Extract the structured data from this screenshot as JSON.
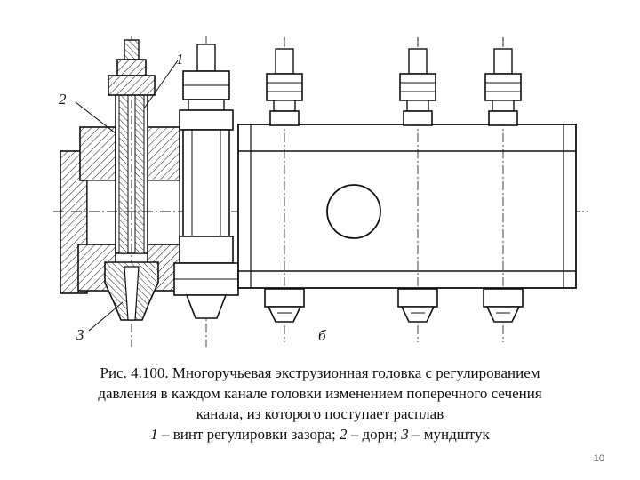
{
  "figure": {
    "labels": {
      "l1": "1",
      "l2": "2",
      "l3": "3",
      "lb": "б"
    }
  },
  "caption": {
    "line1": "Рис. 4.100. Многоручьевая экструзионная головка с регулированием",
    "line2": "давления в каждом канале головки изменением поперечного сечения",
    "line3": "канала, из которого поступает расплав",
    "legend": {
      "n1": "1",
      "t1": " – винт регулировки зазора; ",
      "n2": "2",
      "t2": " – дорн; ",
      "n3": "3",
      "t3": " – мундштук"
    }
  },
  "page_number": "10"
}
